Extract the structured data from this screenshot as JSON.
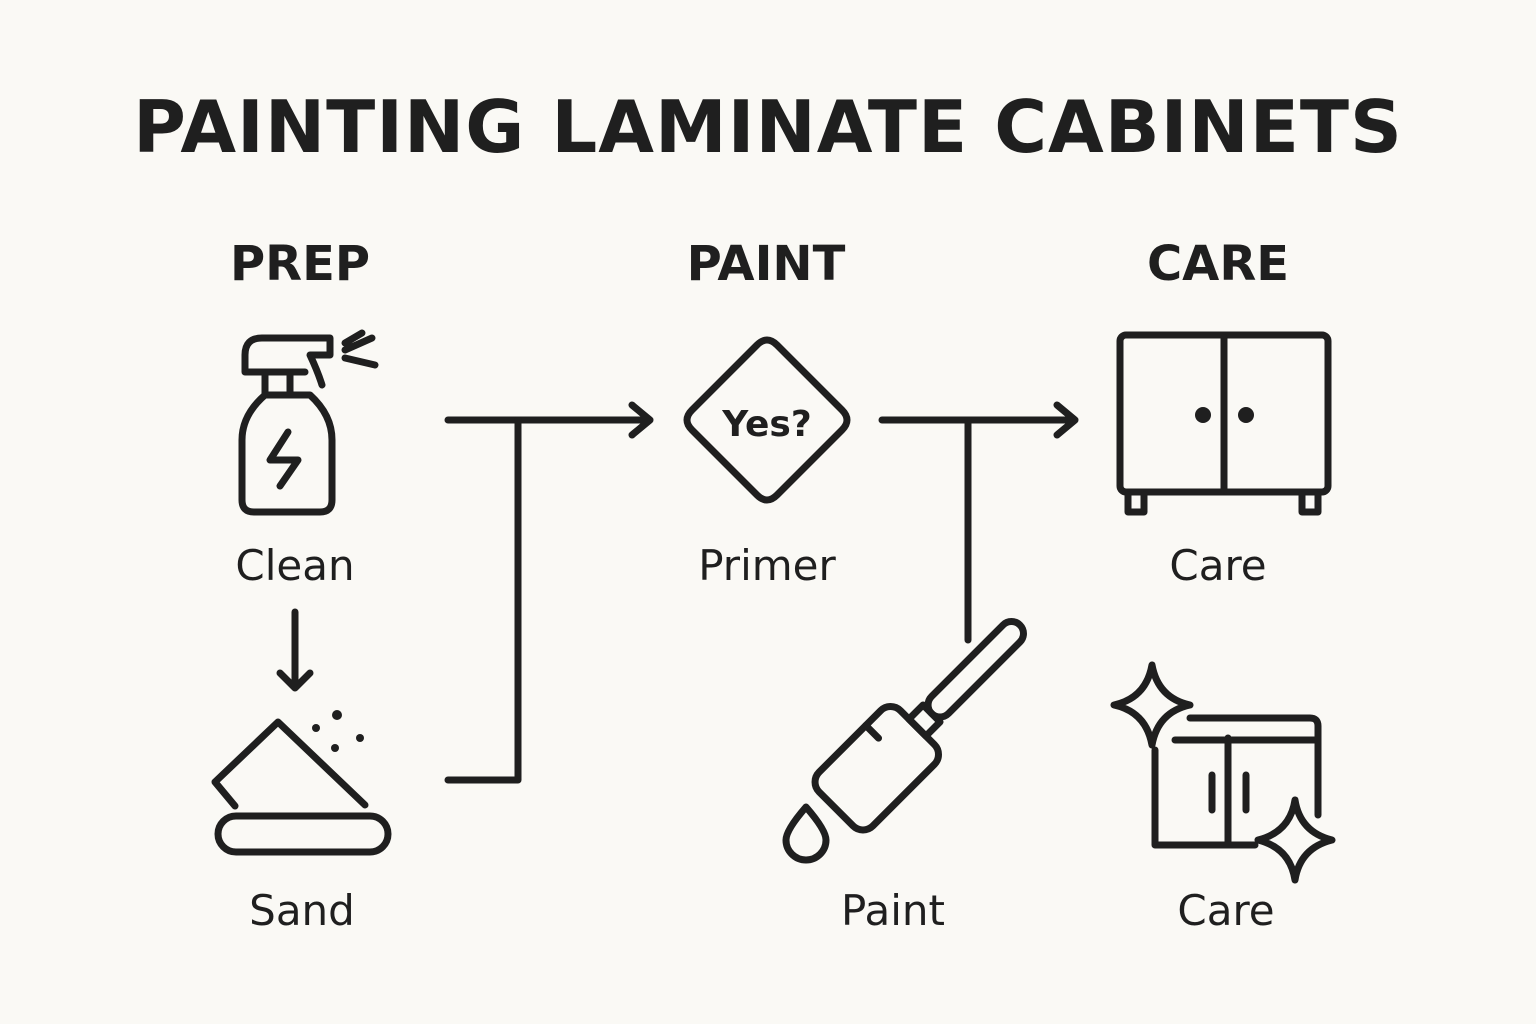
{
  "title": "PAINTING LAMINATE CABINETS",
  "sections": [
    {
      "header": "PREP",
      "steps": [
        "Clean",
        "Sand"
      ]
    },
    {
      "header": "PAINT",
      "decision": "Yes?",
      "steps": [
        "Primer",
        "Paint"
      ]
    },
    {
      "header": "CARE",
      "steps": [
        "Care",
        "Care"
      ]
    }
  ],
  "colors": {
    "background": "#faf9f5",
    "ink": "#1f1f1f"
  }
}
